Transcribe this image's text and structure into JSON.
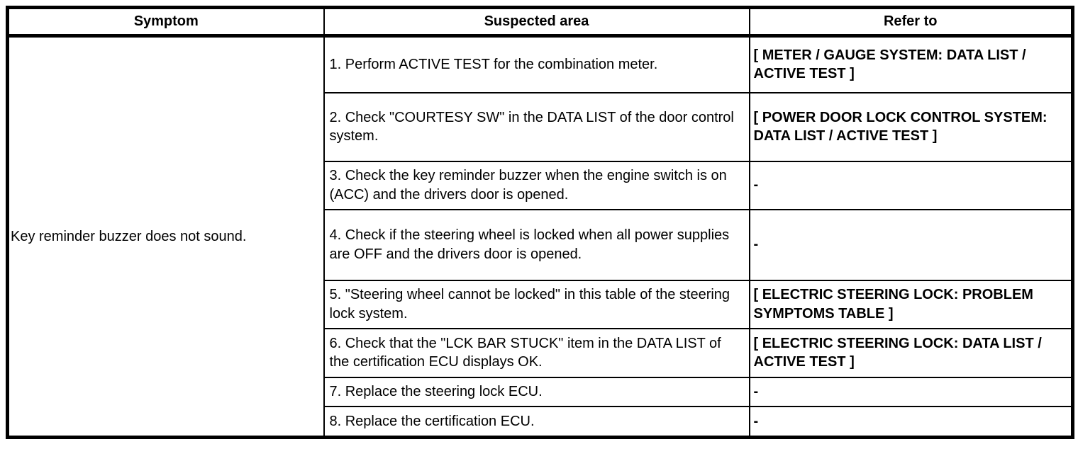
{
  "table": {
    "headers": {
      "symptom": "Symptom",
      "suspected_area": "Suspected area",
      "refer_to": "Refer to"
    },
    "symptom": "Key reminder buzzer does not sound.",
    "rows": [
      {
        "suspected_area": "1. Perform ACTIVE TEST for the combination meter.",
        "refer_to": "[ METER / GAUGE SYSTEM: DATA LIST / ACTIVE TEST ]"
      },
      {
        "suspected_area": "2. Check \"COURTESY SW\" in the DATA LIST of the door control system.",
        "refer_to": "[ POWER DOOR LOCK CONTROL SYSTEM: DATA LIST / ACTIVE TEST ]"
      },
      {
        "suspected_area": "3. Check the key reminder buzzer when the engine switch is on (ACC) and the drivers door is opened.",
        "refer_to": "-"
      },
      {
        "suspected_area": "4. Check if the steering wheel is locked when all power supplies are OFF and the drivers door is opened.",
        "refer_to": "-"
      },
      {
        "suspected_area": "5. \"Steering wheel cannot be locked\" in this table of the steering lock system.",
        "refer_to": "[ ELECTRIC STEERING LOCK: PROBLEM SYMPTOMS TABLE ]"
      },
      {
        "suspected_area": "6. Check that the \"LCK BAR STUCK\" item in the DATA LIST of the certification ECU displays OK.",
        "refer_to": "[ ELECTRIC STEERING LOCK: DATA LIST / ACTIVE TEST ]"
      },
      {
        "suspected_area": "7. Replace the steering lock ECU.",
        "refer_to": "-"
      },
      {
        "suspected_area": "8. Replace the certification ECU.",
        "refer_to": "-"
      }
    ],
    "colors": {
      "border": "#000000",
      "background": "#ffffff",
      "text": "#000000"
    }
  }
}
